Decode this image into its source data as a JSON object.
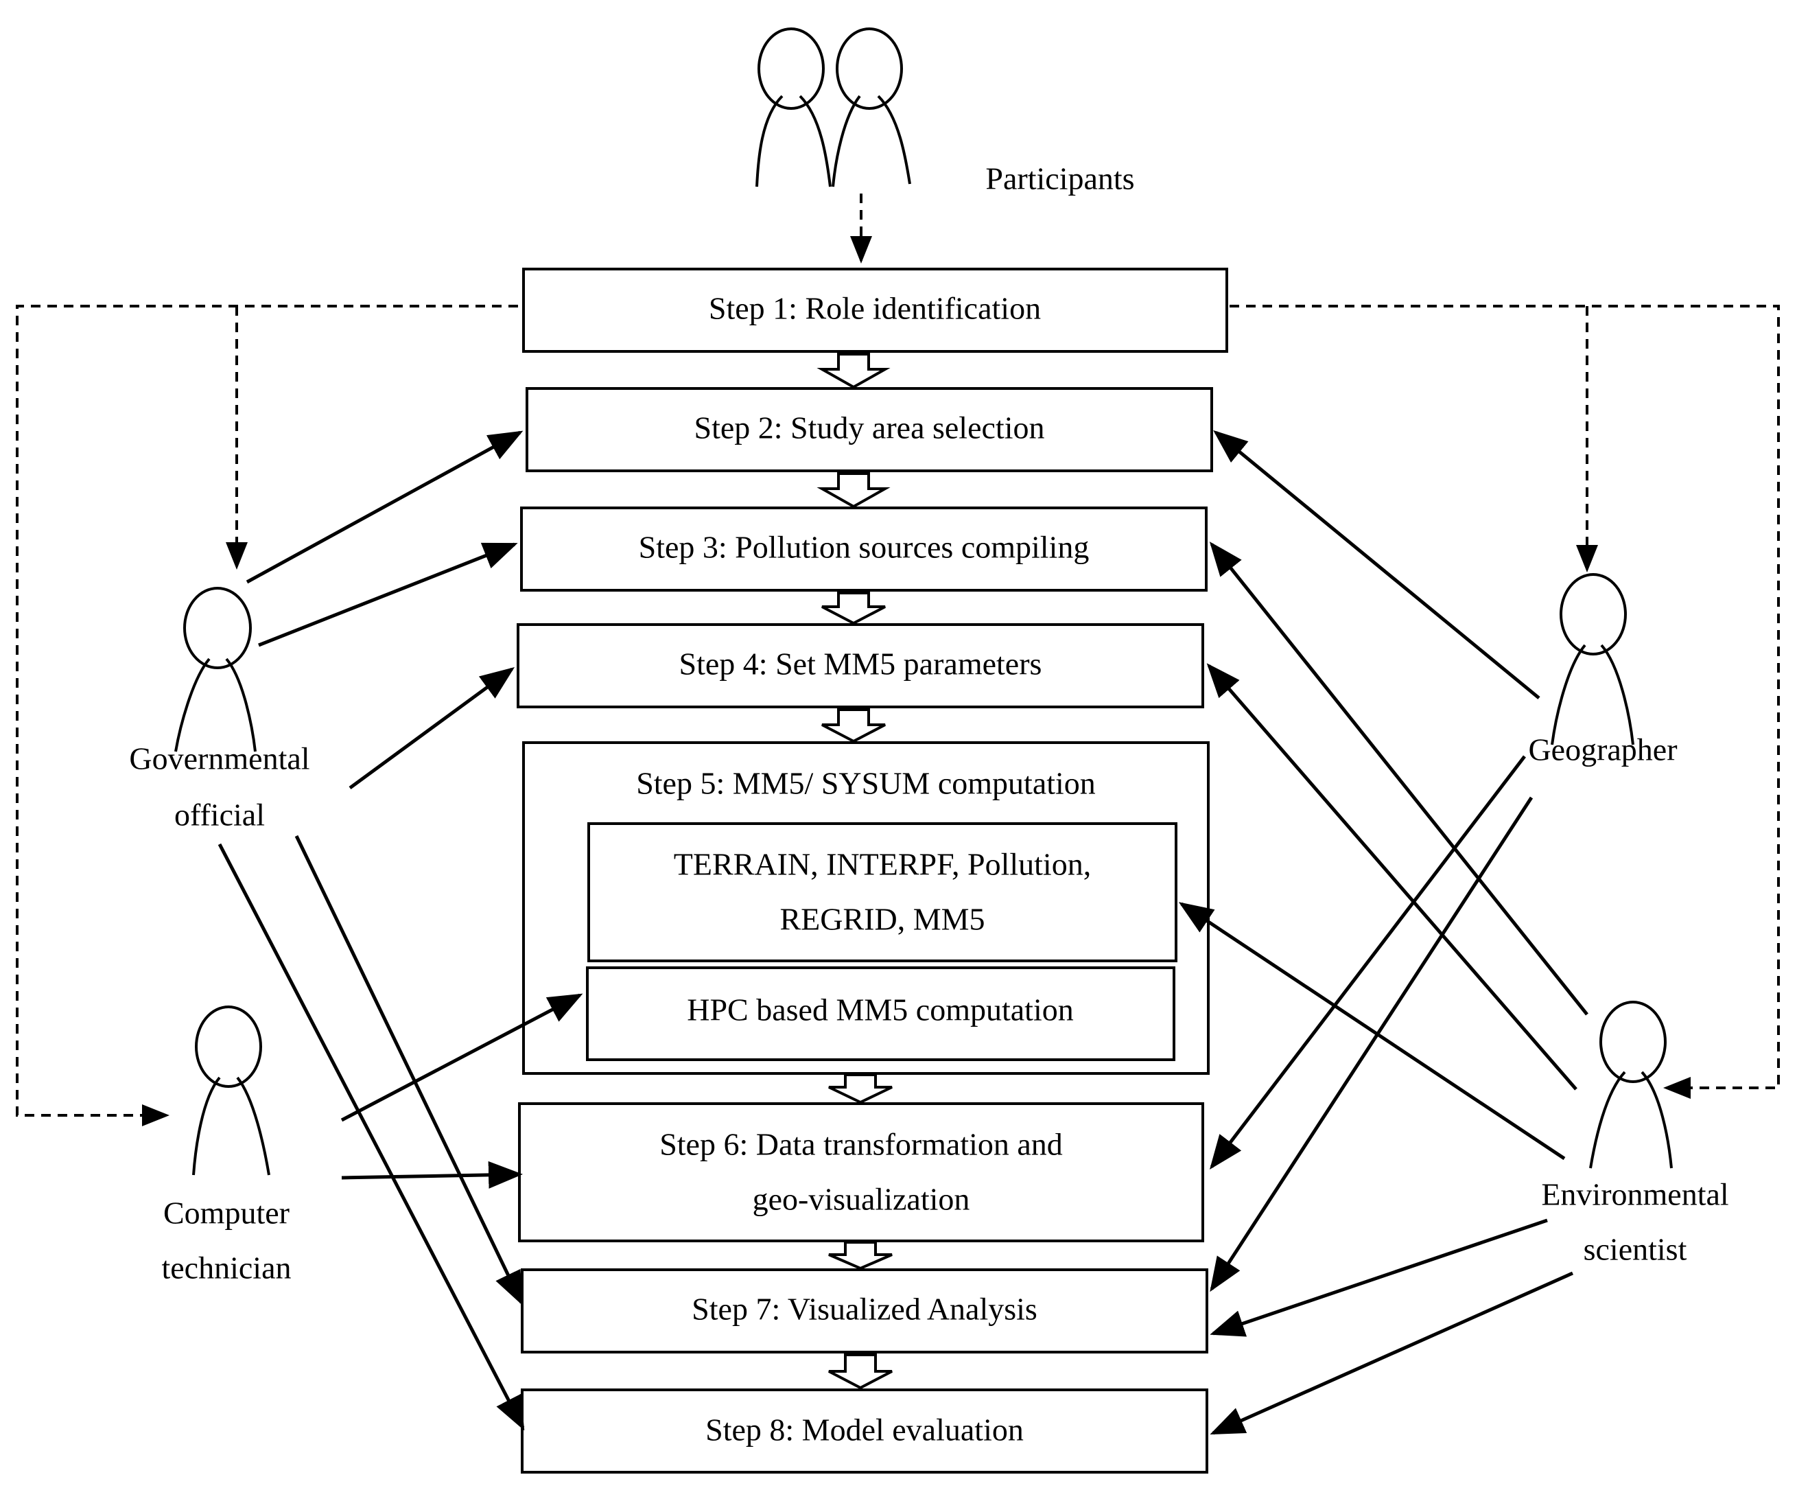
{
  "participants": {
    "label": "Participants"
  },
  "steps": [
    {
      "id": "step1",
      "label": "Step 1: Role identification"
    },
    {
      "id": "step2",
      "label": "Step 2: Study area selection"
    },
    {
      "id": "step3",
      "label": "Step 3: Pollution sources compiling"
    },
    {
      "id": "step4",
      "label": "Step 4: Set MM5 parameters"
    },
    {
      "id": "step5",
      "label": "Step 5: MM5/ SYSUM computation"
    },
    {
      "id": "step6",
      "label_line1": "Step 6: Data transformation and",
      "label_line2": "geo-visualization"
    },
    {
      "id": "step7",
      "label": "Step 7: Visualized Analysis"
    },
    {
      "id": "step8",
      "label": "Step 8: Model evaluation"
    }
  ],
  "step5_sub": {
    "box1_line1": "TERRAIN, INTERPF, Pollution,",
    "box1_line2": "REGRID, MM5",
    "box2": "HPC based MM5 computation"
  },
  "actors": {
    "official": {
      "line1": "Governmental",
      "line2": "official"
    },
    "technician": {
      "line1": "Computer",
      "line2": "technician"
    },
    "geographer": {
      "line1": "Geographer"
    },
    "scientist": {
      "line1": "Environmental",
      "line2": "scientist"
    }
  }
}
